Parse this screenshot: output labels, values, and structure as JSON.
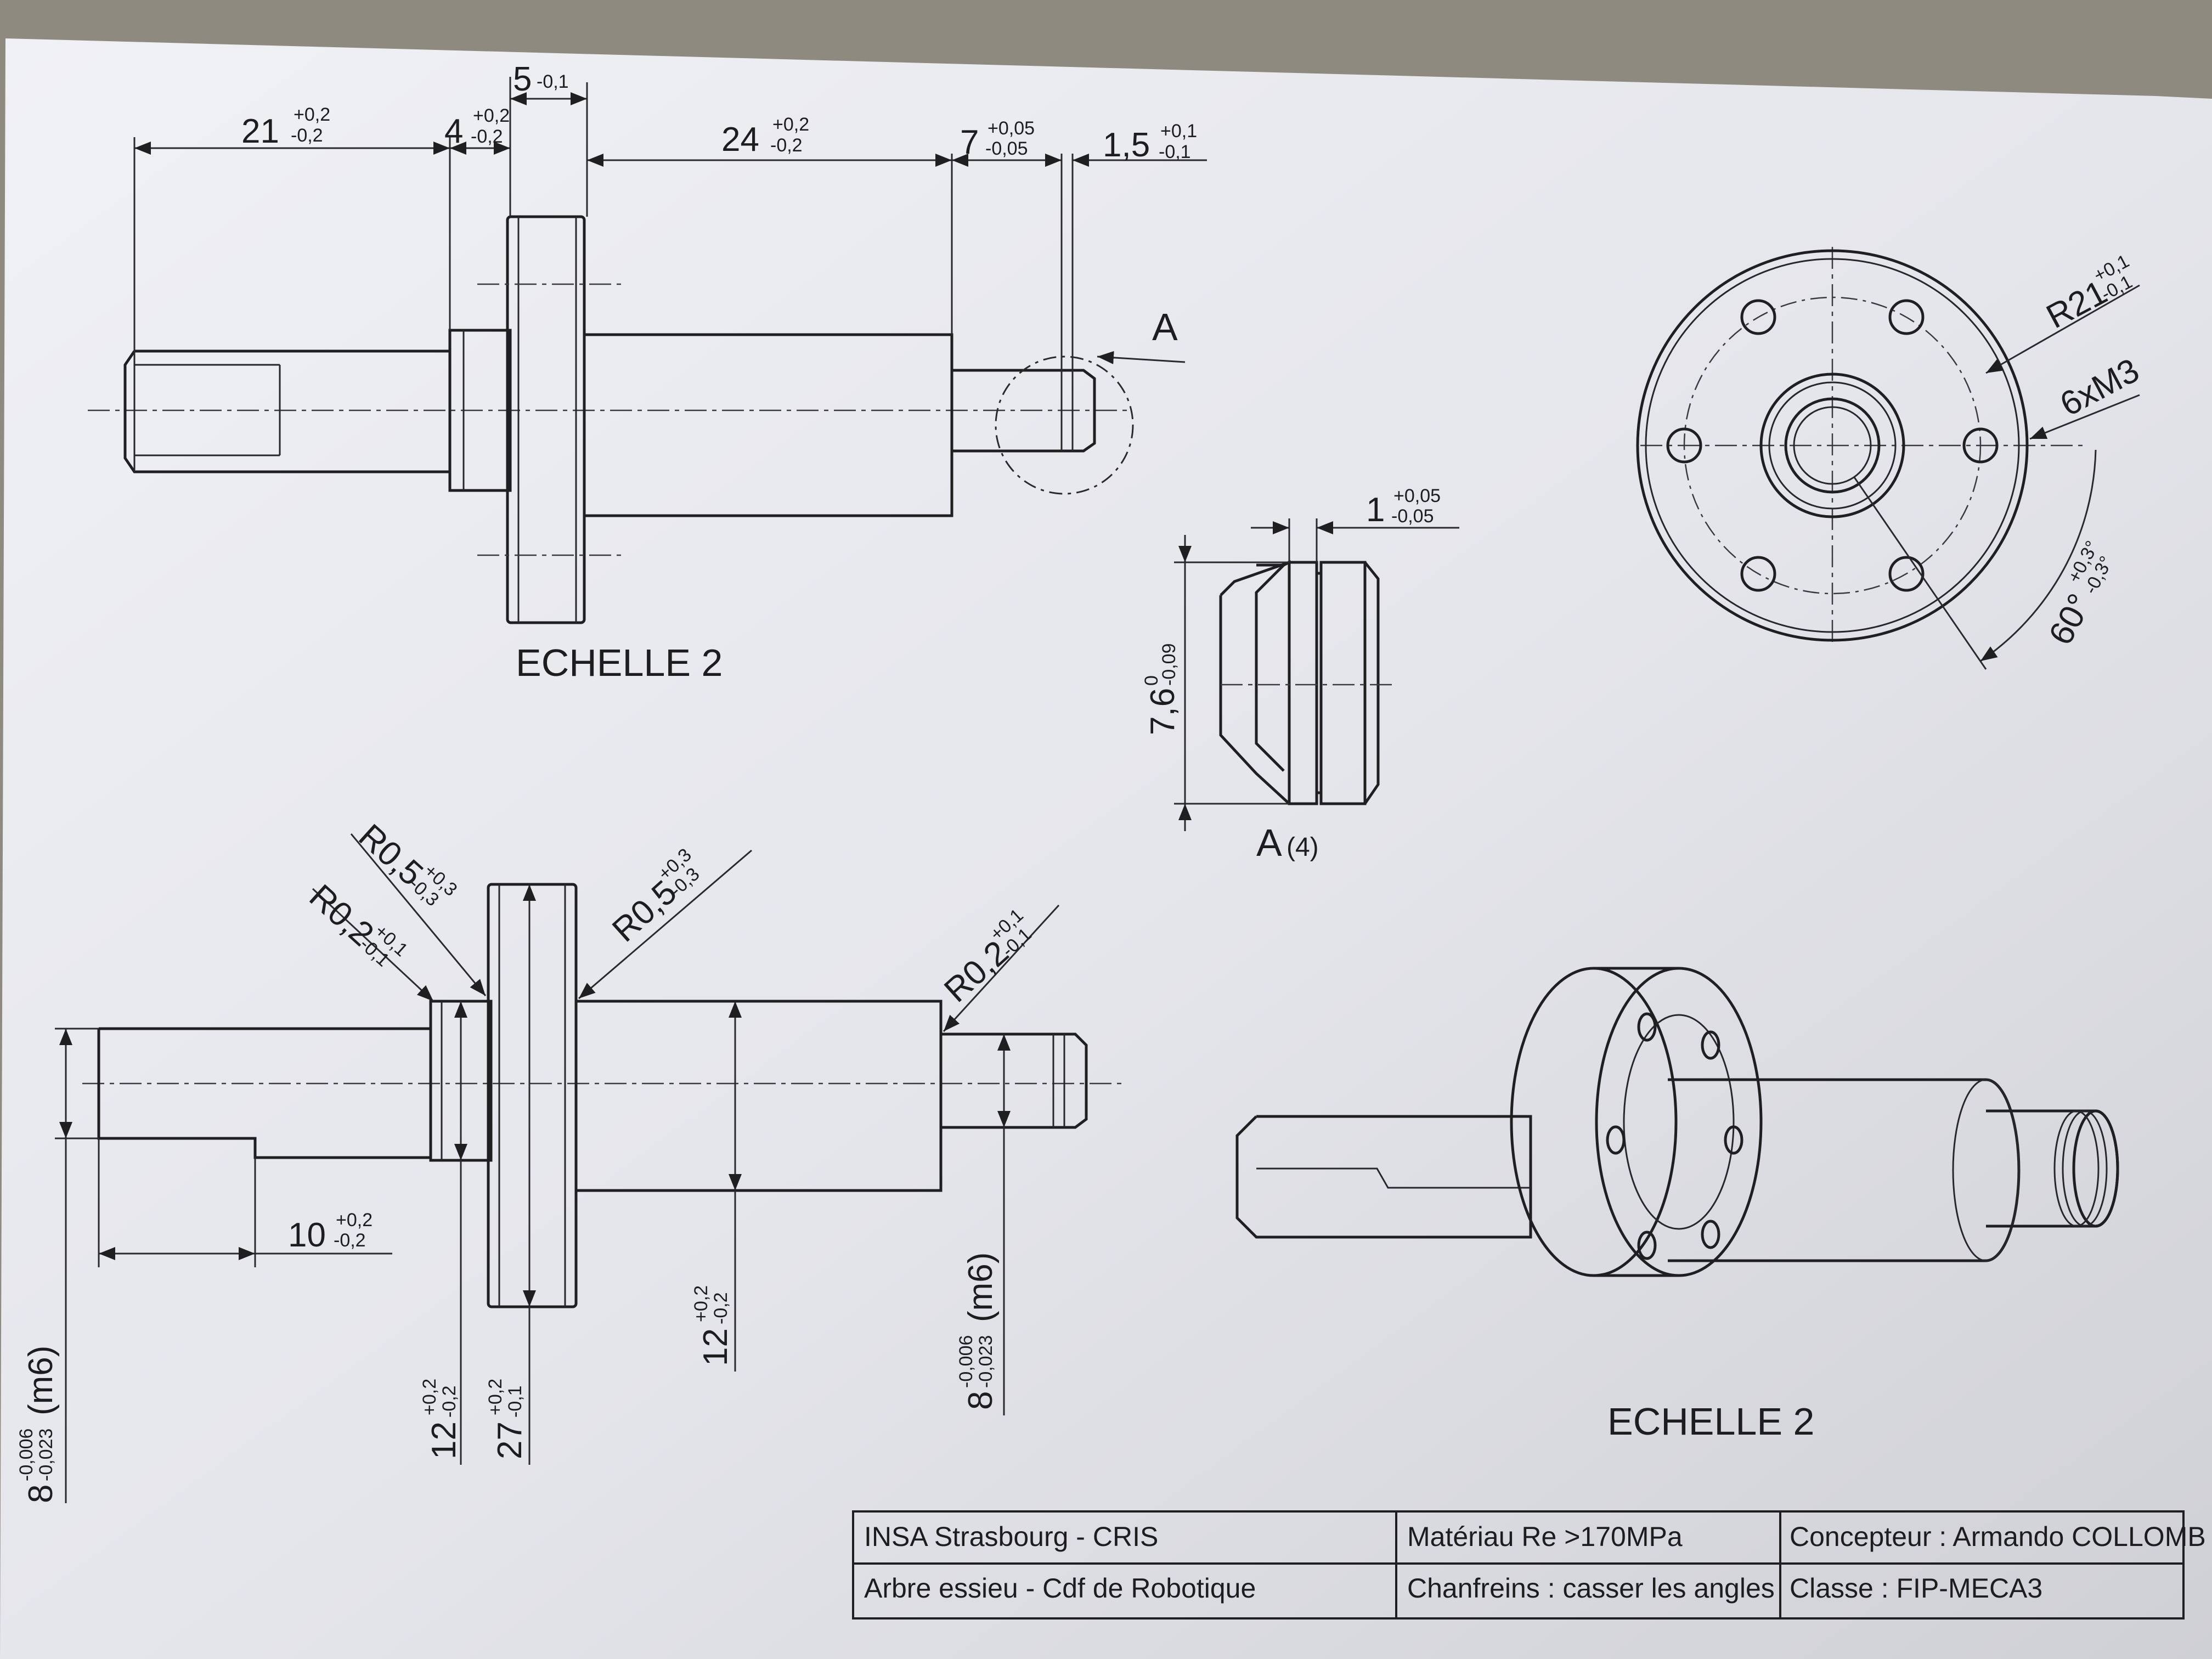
{
  "views": {
    "top": {
      "dims": [
        {
          "value": "21",
          "tol_up": "+0,2",
          "tol_low": "-0,2"
        },
        {
          "value": "4",
          "tol_up": "+0,2",
          "tol_low": "-0,2"
        },
        {
          "value": "5",
          "tol_up": "",
          "tol_low": "-0,1"
        },
        {
          "value": "24",
          "tol_up": "+0,2",
          "tol_low": "-0,2"
        },
        {
          "value": "7",
          "tol_up": "+0,05",
          "tol_low": "-0,05"
        },
        {
          "value": "1,5",
          "tol_up": "+0,1",
          "tol_low": "-0,1"
        }
      ],
      "detail_marker": "A",
      "scale_label": "ECHELLE 2"
    },
    "detail": {
      "width_dim": {
        "value": "1",
        "tol_up": "+0,05",
        "tol_low": "-0,05"
      },
      "height_dim": {
        "value": "7,6",
        "tol_up": "0",
        "tol_low": "-0,09"
      },
      "label": "A",
      "scale": "(4)"
    },
    "end": {
      "radius": {
        "value": "R21",
        "tol_up": "+0,1",
        "tol_low": "-0,1"
      },
      "threads": "6xM3",
      "angle": {
        "value": "60°",
        "tol_up": "+0,3°",
        "tol_low": "-0,3°"
      }
    },
    "front": {
      "radii": [
        {
          "value": "R0,5",
          "tol_up": "+0,3",
          "tol_low": "-0,3"
        },
        {
          "value": "R0,2",
          "tol_up": "+0,1",
          "tol_low": "-0,1"
        },
        {
          "value": "R0,5",
          "tol_up": "+0,3",
          "tol_low": "-0,3"
        },
        {
          "value": "R0,2",
          "tol_up": "+0,1",
          "tol_low": "-0,1"
        }
      ],
      "len_dim": {
        "value": "10",
        "tol_up": "+0,2",
        "tol_low": "-0,2"
      },
      "diameters": [
        {
          "value": "8",
          "tol_up": "-0,006",
          "tol_low": "-0,023",
          "suffix": "(m6)"
        },
        {
          "value": "12",
          "tol_up": "+0,2",
          "tol_low": "-0,2",
          "suffix": ""
        },
        {
          "value": "27",
          "tol_up": "+0,2",
          "tol_low": "-0,1",
          "suffix": ""
        },
        {
          "value": "12",
          "tol_up": "+0,2",
          "tol_low": "-0,2",
          "suffix": ""
        },
        {
          "value": "8",
          "tol_up": "-0,006",
          "tol_low": "-0,023",
          "suffix": "(m6)"
        }
      ]
    },
    "iso": {
      "scale_label": "ECHELLE 2"
    }
  },
  "title_block": {
    "rows": [
      [
        "INSA Strasbourg - CRIS",
        "Matériau Re >170MPa",
        "Concepteur : Armando COLLOMB"
      ],
      [
        "Arbre essieu - Cdf de Robotique",
        "Chanfreins : casser les angles",
        "Classe : FIP-MECA3"
      ]
    ]
  },
  "colors": {
    "paper": "#e9eaee",
    "ink": "#1f1f22",
    "background": "#8f8a80"
  }
}
